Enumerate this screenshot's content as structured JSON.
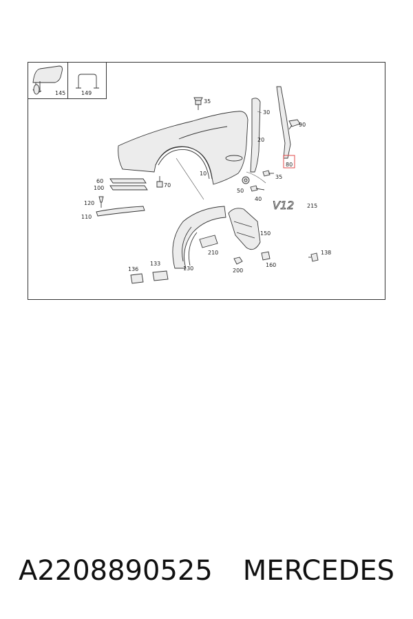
{
  "diagram": {
    "inset_labels": [
      "145",
      "149"
    ],
    "part_labels": {
      "p35_top": "35",
      "p30": "30",
      "p90": "90",
      "p20": "20",
      "p80": "80",
      "p35_mid": "35",
      "p10": "10",
      "p50": "50",
      "p40": "40",
      "p60": "60",
      "p100": "100",
      "p70": "70",
      "p120": "120",
      "p110": "110",
      "p215": "215",
      "p150": "150",
      "p210": "210",
      "p130": "130",
      "p133": "133",
      "p136": "136",
      "p200": "200",
      "p160": "160",
      "p138": "138"
    },
    "badge_text": "V12",
    "highlight_color": "#e04848"
  },
  "caption": {
    "part_number": "A2208890525",
    "brand": "MERCEDES"
  }
}
